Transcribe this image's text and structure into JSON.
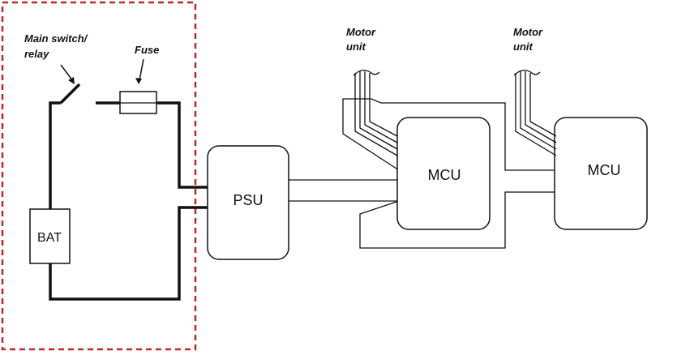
{
  "labels": {
    "main_switch_line1": "Main switch/",
    "main_switch_line2": "relay",
    "fuse": "Fuse",
    "motor_unit_1_line1": "Motor",
    "motor_unit_1_line2": "unit",
    "motor_unit_2_line1": "Motor",
    "motor_unit_2_line2": "unit"
  },
  "boxes": {
    "battery": "BAT",
    "psu": "PSU",
    "mcu_1": "MCU",
    "mcu_2": "MCU"
  },
  "colors": {
    "highlight_border": "#c0272d",
    "line": "#111111"
  }
}
